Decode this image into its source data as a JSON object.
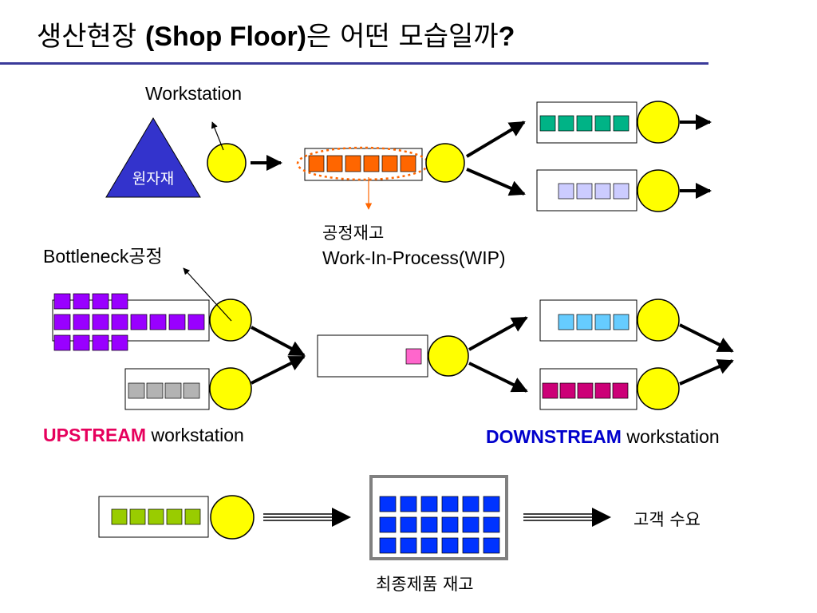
{
  "slide": {
    "title_kor_before": "생산현장 ",
    "title_bold": "(Shop Floor)",
    "title_kor_after": "은 어떤 모습일까",
    "title_q": "?"
  },
  "labels": {
    "workstation": "Workstation",
    "raw_material": "원자재",
    "wip_kor": "공정재고",
    "wip_eng": "Work-In-Process(WIP)",
    "bottleneck": "Bottleneck공정",
    "upstream_bold": "UPSTREAM",
    "upstream_rest": " workstation",
    "downstream_bold": "DOWNSTREAM",
    "downstream_rest": " workstation",
    "customer_demand": "고객 수요",
    "final_inventory": "최종제품 재고"
  },
  "colors": {
    "title_rule": "#3a3a9a",
    "machine": "#ffff00",
    "raw_triangle": "#3333cc",
    "wip_orange": "#ff6600",
    "teal": "#00b386",
    "lavender": "#ccccff",
    "purple": "#9900ff",
    "gray": "#b3b3b3",
    "pink": "#ff66cc",
    "sky": "#66ccff",
    "magenta": "#cc0077",
    "green": "#99cc00",
    "blue": "#0033ff",
    "upstream_text": "#e6005c",
    "downstream_text": "#0000cc"
  },
  "queues": [
    {
      "id": "wip-queue",
      "color": "#ff6600",
      "count": 6
    },
    {
      "id": "teal-queue",
      "color": "#00b386",
      "count": 5
    },
    {
      "id": "lavender-queue",
      "color": "#ccccff",
      "count": 4
    },
    {
      "id": "bottleneck-queue-row1",
      "color": "#9900ff",
      "count": 4
    },
    {
      "id": "bottleneck-queue-row2",
      "color": "#9900ff",
      "count": 8
    },
    {
      "id": "bottleneck-queue-row3",
      "color": "#9900ff",
      "count": 4
    },
    {
      "id": "gray-queue",
      "color": "#b3b3b3",
      "count": 4
    },
    {
      "id": "pink-queue",
      "color": "#ff66cc",
      "count": 1
    },
    {
      "id": "sky-queue",
      "color": "#66ccff",
      "count": 4
    },
    {
      "id": "magenta-queue",
      "color": "#cc0077",
      "count": 5
    },
    {
      "id": "green-queue",
      "color": "#99cc00",
      "count": 5
    },
    {
      "id": "final-inventory-grid",
      "color": "#0033ff",
      "count": 18
    }
  ]
}
